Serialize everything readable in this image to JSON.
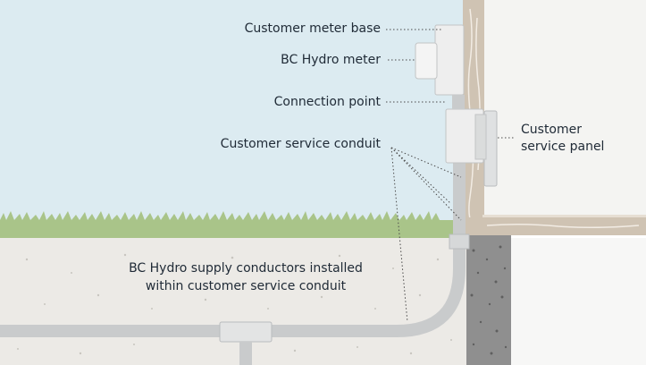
{
  "labels": {
    "meter_base": "Customer meter base",
    "hydro_meter": "BC Hydro meter",
    "connection_point": "Connection point",
    "service_conduit": "Customer service conduit",
    "service_panel_line1": "Customer",
    "service_panel_line2": "service panel",
    "supply_line1": "BC Hydro supply conductors installed",
    "supply_line2": "within customer service conduit"
  },
  "colors": {
    "sky": "#dcebf1",
    "grass": "#a9c489",
    "ground": "#eceae6",
    "wall": "#cfc3b3",
    "foundation": "#8c8c8c",
    "interior": "#f2f2f0",
    "conduit": "#c9cbcc",
    "meter": "#e9eaea",
    "text": "#1f2a36",
    "leader": "#4a4a4a"
  }
}
